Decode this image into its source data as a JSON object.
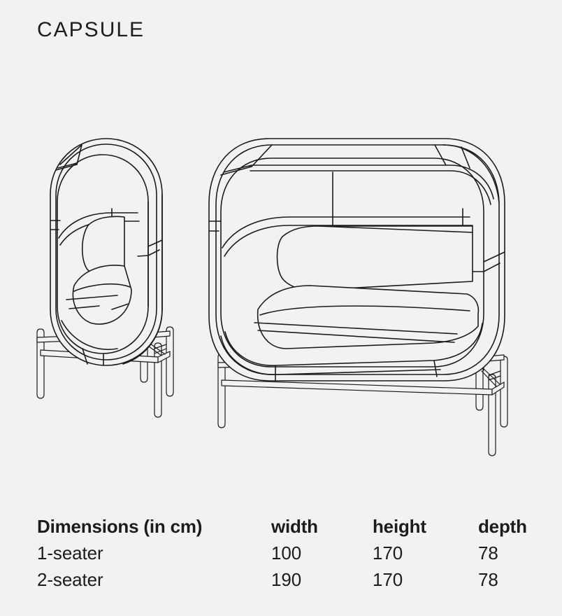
{
  "page": {
    "background_color": "#f2f2f2",
    "line_color": "#1c1c1c",
    "title": "CAPSULE"
  },
  "illustration": {
    "one_seater_label": "1-seater capsule pod line drawing",
    "two_seater_label": "2-seater capsule pod line drawing"
  },
  "dimensions_table": {
    "header": {
      "label": "Dimensions (in cm)",
      "width": "width",
      "height": "height",
      "depth": "depth"
    },
    "rows": [
      {
        "label": "1-seater",
        "width": "100",
        "height": "170",
        "depth": "78"
      },
      {
        "label": "2-seater",
        "width": "190",
        "height": "170",
        "depth": "78"
      }
    ]
  }
}
